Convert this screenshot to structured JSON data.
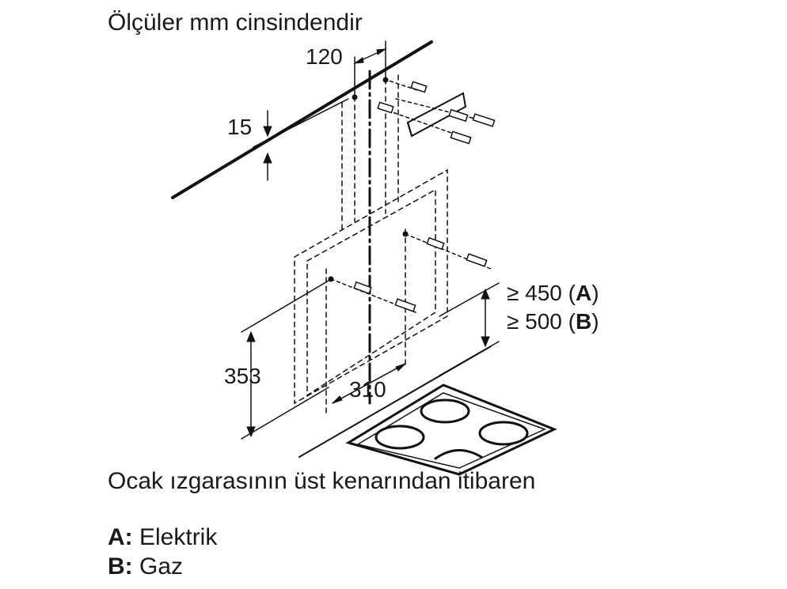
{
  "header": {
    "units_note": "Ölçüler mm cinsindendir"
  },
  "dimensions": {
    "bracket_gap": "120",
    "top_offset": "15",
    "mount_height": "353",
    "hole_spacing": "310"
  },
  "clearance": {
    "electric_prefix": "≥ 450 (",
    "electric_letter": "A",
    "gas_prefix": "≥ 500 (",
    "gas_letter": "B",
    "suffix": ")"
  },
  "footer": {
    "reference_note": "Ocak ızgarasının üst kenarından itibaren",
    "legend": [
      {
        "key": "A:",
        "label": "Elektrik"
      },
      {
        "key": "B:",
        "label": "Gaz"
      }
    ]
  },
  "colors": {
    "line": "#111111",
    "background": "#ffffff"
  }
}
